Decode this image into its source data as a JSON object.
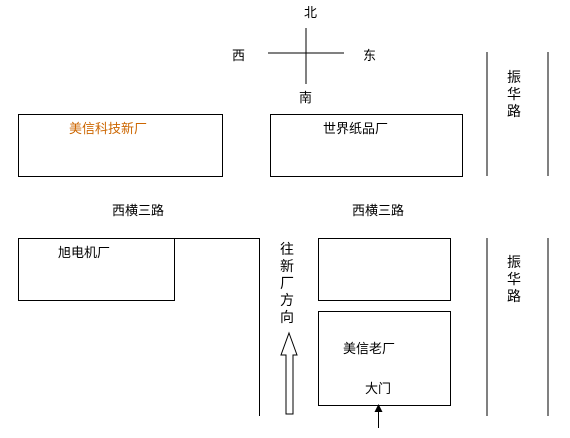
{
  "compass": {
    "north": "北",
    "south": "南",
    "west": "西",
    "east": "东"
  },
  "roads": {
    "zhenhua_upper": "振华路",
    "zhenhua_lower": "振华路",
    "xiheng_left": "西横三路",
    "xiheng_right": "西横三路",
    "direction_to_new_factory": "往新厂方向"
  },
  "buildings": {
    "meixin_new": "美信科技新厂",
    "shijie_paper": "世界纸品厂",
    "xudian": "旭电机厂",
    "meixin_old": "美信老厂",
    "gate": "大门"
  },
  "colors": {
    "highlight": "#cc6600",
    "line": "#000000"
  }
}
